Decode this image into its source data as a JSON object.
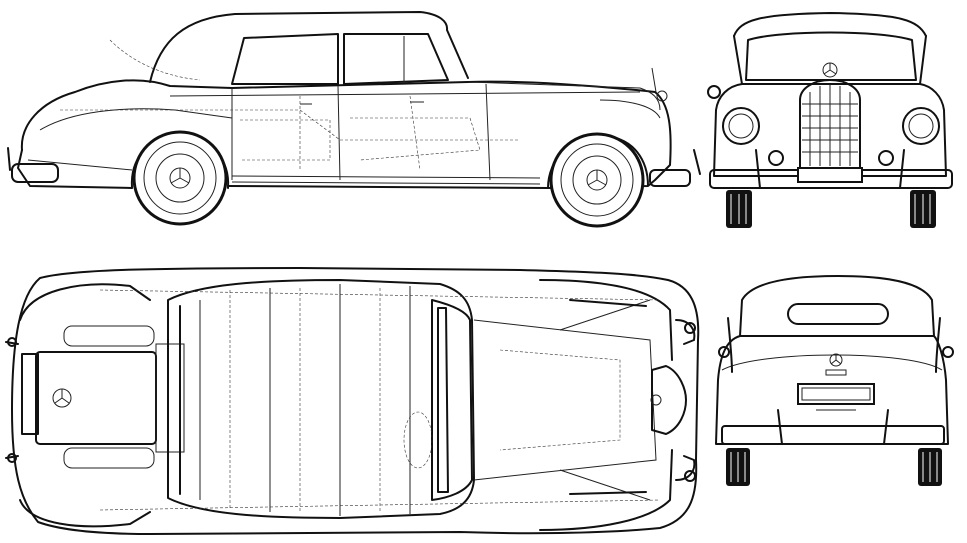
{
  "drawing": {
    "views": [
      "side",
      "front",
      "top",
      "rear"
    ],
    "colors": {
      "line": "#111111",
      "background": "#ffffff"
    },
    "emblem": "three-pointed-star-icon"
  }
}
